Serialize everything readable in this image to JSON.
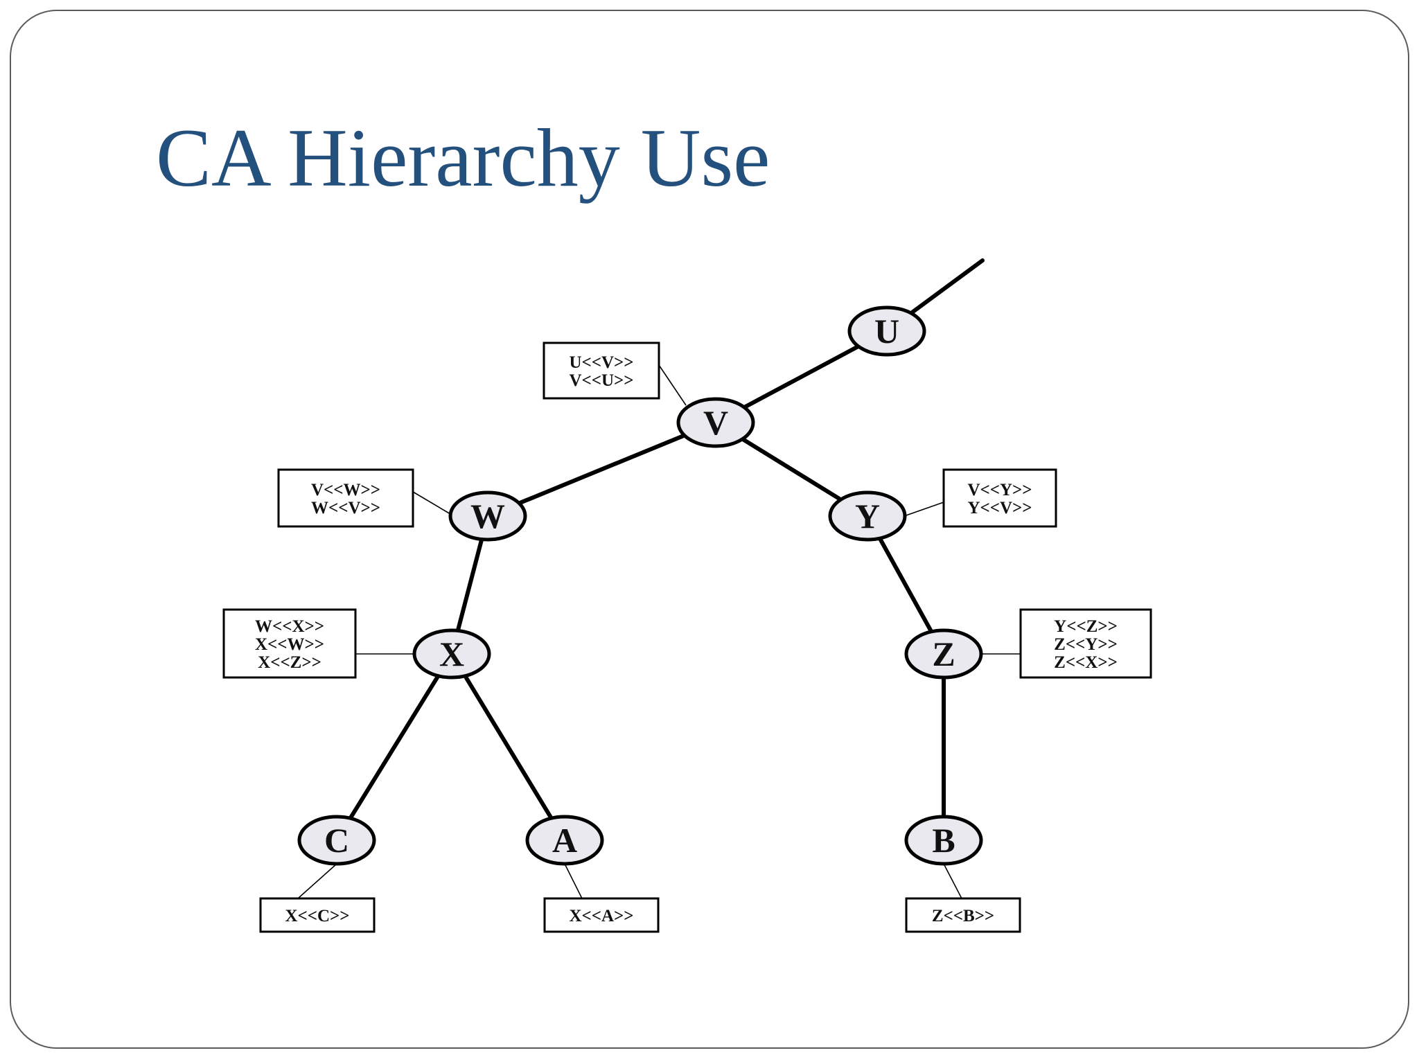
{
  "title": "CA Hierarchy Use",
  "nodes": [
    {
      "id": "U",
      "label": "U"
    },
    {
      "id": "V",
      "label": "V"
    },
    {
      "id": "W",
      "label": "W"
    },
    {
      "id": "Y",
      "label": "Y"
    },
    {
      "id": "X",
      "label": "X"
    },
    {
      "id": "Z",
      "label": "Z"
    },
    {
      "id": "C",
      "label": "C"
    },
    {
      "id": "A",
      "label": "A"
    },
    {
      "id": "B",
      "label": "B"
    }
  ],
  "edges": [
    {
      "from": "V",
      "to": "U"
    },
    {
      "from": "V",
      "to": "W"
    },
    {
      "from": "V",
      "to": "Y"
    },
    {
      "from": "W",
      "to": "X"
    },
    {
      "from": "Y",
      "to": "Z"
    },
    {
      "from": "X",
      "to": "C"
    },
    {
      "from": "X",
      "to": "A"
    },
    {
      "from": "Z",
      "to": "B"
    }
  ],
  "certificates": [
    {
      "node": "V",
      "lines": [
        "U<<V>>",
        "V<<U>>"
      ]
    },
    {
      "node": "W",
      "lines": [
        "V<<W>>",
        "W<<V>>"
      ]
    },
    {
      "node": "Y",
      "lines": [
        "V<<Y>>",
        "Y<<V>>"
      ]
    },
    {
      "node": "X",
      "lines": [
        "W<<X>>",
        "X<<W>>",
        "X<<Z>>"
      ]
    },
    {
      "node": "Z",
      "lines": [
        "Y<<Z>>",
        "Z<<Y>>",
        "Z<<X>>"
      ]
    },
    {
      "node": "C",
      "lines": [
        "X<<C>>"
      ]
    },
    {
      "node": "A",
      "lines": [
        "X<<A>>"
      ]
    },
    {
      "node": "B",
      "lines": [
        "Z<<B>>"
      ]
    }
  ]
}
